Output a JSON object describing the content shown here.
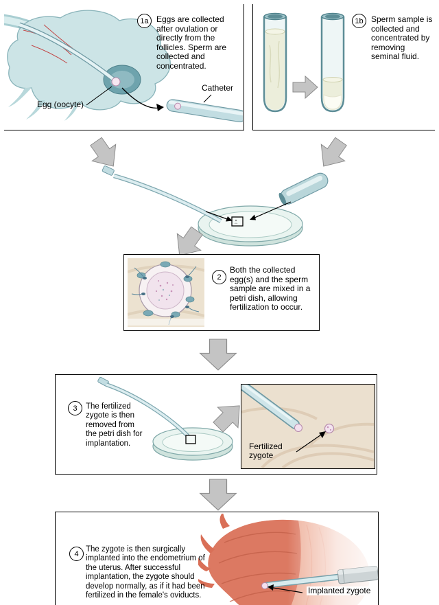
{
  "steps": {
    "s1a": {
      "num": "1a",
      "text": "Eggs are collected after ovulation or directly from the follicles. Sperm are collected and concentrated."
    },
    "s1b": {
      "num": "1b",
      "text": "Sperm sample is collected and concentrated by removing seminal fluid."
    },
    "s2": {
      "num": "2",
      "text": "Both the collected egg(s) and the sperm sample are mixed in a petri dish, allowing fertilization to occur."
    },
    "s3": {
      "num": "3",
      "text": "The fertilized zygote is then removed from the petri dish for implantation."
    },
    "s4": {
      "num": "4",
      "text": "The zygote is then surgically implanted into the endometrium of the uterus. After successful implantation, the zygote should develop normally, as if it had been fertilized in the female's oviducts."
    }
  },
  "labels": {
    "egg_oocyte": "Egg (oocyte)",
    "catheter": "Catheter",
    "fertilized_zygote": "Fertilized zygote",
    "implanted_zygote": "Implanted zygote"
  },
  "colors": {
    "tissue_teal_light": "#cce4e6",
    "tissue_teal_dark": "#5d8d96",
    "catheter_blue": "#d8ebee",
    "flow_arrow_gray": "#c4c4c4",
    "dish_beige": "#ece2d0",
    "uterus_coral": "#dc7962",
    "zygote_pink": "#f3e0ee",
    "vessel_red": "#c24848"
  }
}
